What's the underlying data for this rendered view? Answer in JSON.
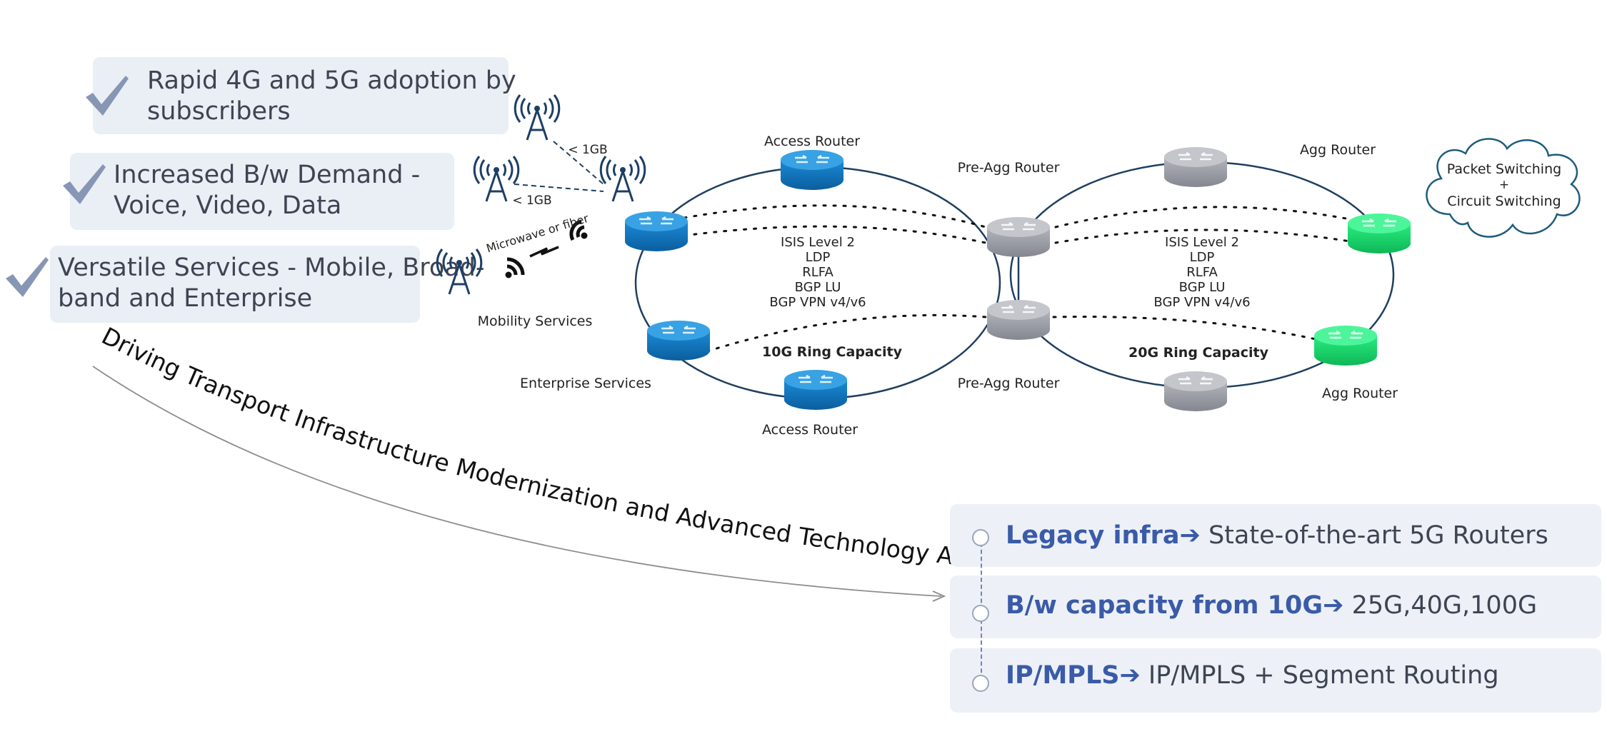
{
  "bullets": [
    {
      "line1": "Rapid 4G and 5G adoption by",
      "line2": "subscribers"
    },
    {
      "line1": "Increased B/w Demand -",
      "line2": "Voice, Video, Data"
    },
    {
      "line1": "Versatile Services - Mobile, Broad-",
      "line2": "band and Enterprise"
    }
  ],
  "network": {
    "access_router_top": "Access Router",
    "access_router_bottom": "Access Router",
    "pre_agg_top": "Pre-Agg Router",
    "pre_agg_bottom": "Pre-Agg Router",
    "agg_router_top": "Agg Router",
    "agg_router_bottom": "Agg Router",
    "mobility": "Mobility Services",
    "enterprise": "Enterprise Services",
    "link_1gb_a": "< 1GB",
    "link_1gb_b": "< 1GB",
    "microwave": "Microwave or fiber",
    "ring1_protocols": [
      "ISIS Level 2",
      "LDP",
      "RLFA",
      "BGP LU",
      "BGP VPN v4/v6"
    ],
    "ring2_protocols": [
      "ISIS Level 2",
      "LDP",
      "RLFA",
      "BGP LU",
      "BGP VPN v4/v6"
    ],
    "ring1_capacity": "10G Ring Capacity",
    "ring2_capacity": "20G Ring Capacity",
    "cloud_line1": "Packet Switching",
    "cloud_line2": "+",
    "cloud_line3": "Circuit Switching"
  },
  "arc_caption": "Driving Transport Infrastructure Modernization and Advanced Technology Adoption",
  "transitions": [
    {
      "from": "Legacy infra",
      "to": "State-of-the-art 5G Routers"
    },
    {
      "from": "B/w capacity from 10G",
      "to": "25G,40G,100G"
    },
    {
      "from": "IP/MPLS",
      "to": "IP/MPLS + Segment Routing"
    }
  ],
  "colors": {
    "access_router": "#1275c0",
    "pre_agg_router": "#9b9ea6",
    "agg_router": "#15d46a",
    "ring_line": "#1f3f5f",
    "emphasis": "#3a5ba8"
  }
}
